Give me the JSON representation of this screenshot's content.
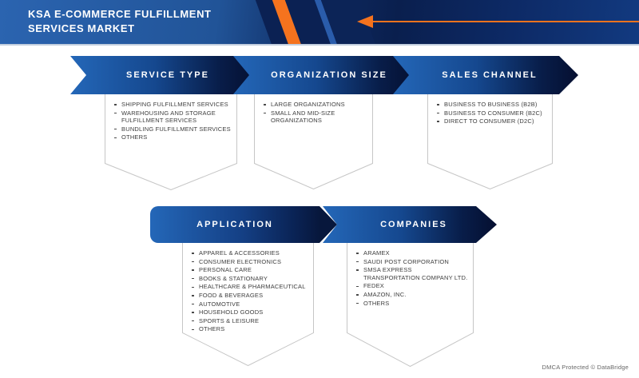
{
  "banner": {
    "title_line1": "KSA E-COMMERCE FULFILLMENT",
    "title_line2": "SERVICES MARKET"
  },
  "colors": {
    "accent_orange": "#f5731e",
    "navy_dark": "#07173c",
    "blue_medium": "#2467b8",
    "outline_gray": "#c6c6c6"
  },
  "segments": [
    {
      "label": "SERVICE TYPE",
      "items": [
        "SHIPPING FULFILLMENT SERVICES",
        "WAREHOUSING AND STORAGE FULFILLMENT SERVICES",
        "BUNDLING FULFILLMENT SERVICES",
        "OTHERS"
      ]
    },
    {
      "label": "ORGANIZATION SIZE",
      "items": [
        "LARGE ORGANIZATIONS",
        "SMALL AND MID-SIZE ORGANIZATIONS"
      ]
    },
    {
      "label": "SALES CHANNEL",
      "items": [
        "BUSINESS TO BUSINESS (B2B)",
        "BUSINESS TO CONSUMER (B2C)",
        "DIRECT TO CONSUMER (D2C)"
      ]
    },
    {
      "label": "APPLICATION",
      "items": [
        "APPAREL & ACCESSORIES",
        "CONSUMER ELECTRONICS",
        "PERSONAL CARE",
        "BOOKS & STATIONARY",
        "HEALTHCARE & PHARMACEUTICAL",
        "FOOD & BEVERAGES",
        "AUTOMOTIVE",
        "HOUSEHOLD GOODS",
        "SPORTS & LEISURE",
        "OTHERS"
      ]
    },
    {
      "label": "COMPANIES",
      "items": [
        "ARAMEX",
        "SAUDI POST CORPORATION",
        "SMSA EXPRESS TRANSPORTATION COMPANY LTD.",
        "FEDEX",
        "AMAZON, INC.",
        "OTHERS"
      ]
    }
  ],
  "footer": {
    "dmca": "DMCA Protected © DataBridge"
  }
}
